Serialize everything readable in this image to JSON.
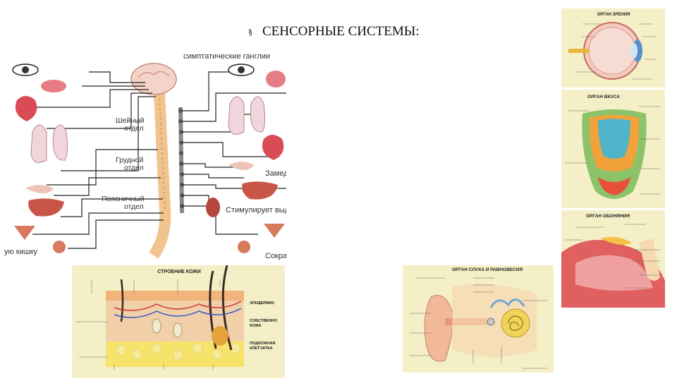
{
  "slide": {
    "bullet": "§",
    "title": "СЕНСОРНЫЕ СИСТЕМЫ:"
  },
  "ans": {
    "sympathetic": "симптатические ганглии",
    "cervical": [
      "Шейный",
      "отдел"
    ],
    "thoracic": [
      "Грудной",
      "отдел"
    ],
    "lumbar": [
      "Поясничный",
      "отдел"
    ],
    "slows": "Замед",
    "stimulates": "Стимулирует выд",
    "intestine": "ую кишку",
    "contracts": "Сокра"
  },
  "eye": {
    "heading": "ОРГАН ЗРЕНИЯ"
  },
  "taste": {
    "heading": "ОРГАН ВКУСА",
    "colors": {
      "sweet": "#e8503a",
      "salty": "#f2a23a",
      "sour": "#4fb3c9",
      "bitter": "#8cc36a"
    }
  },
  "smell": {
    "heading": "ОРГАН ОБОНЯНИЯ"
  },
  "skin": {
    "heading": "СТРОЕНИЕ КОЖИ",
    "epidermis": "ЭПИДЕРМИС",
    "dermis": [
      "СОБСТВЕННО",
      "КОЖА"
    ],
    "hypodermis": [
      "ПОДКОЖНАЯ",
      "КЛЕТЧАТКА"
    ]
  },
  "ear": {
    "heading": "ОРГАН СЛУХА И РАВНОВЕСИЯ"
  }
}
